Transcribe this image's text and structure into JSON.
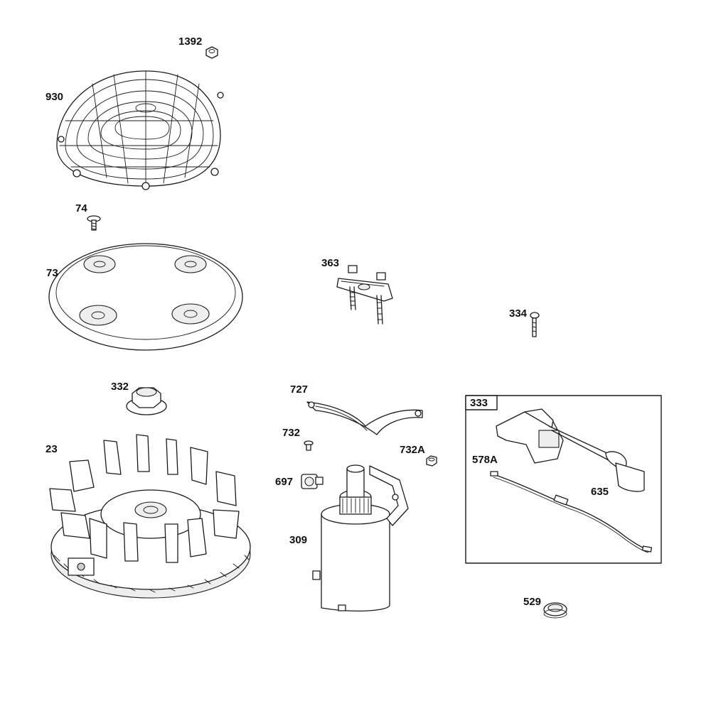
{
  "parts": [
    {
      "id": "p1392",
      "number": "1392"
    },
    {
      "id": "p930",
      "number": "930"
    },
    {
      "id": "p74",
      "number": "74"
    },
    {
      "id": "p73",
      "number": "73"
    },
    {
      "id": "p363",
      "number": "363"
    },
    {
      "id": "p334",
      "number": "334"
    },
    {
      "id": "p332",
      "number": "332"
    },
    {
      "id": "p727",
      "number": "727"
    },
    {
      "id": "p23",
      "number": "23"
    },
    {
      "id": "p732",
      "number": "732"
    },
    {
      "id": "p732A",
      "number": "732A"
    },
    {
      "id": "p697",
      "number": "697"
    },
    {
      "id": "p309",
      "number": "309"
    },
    {
      "id": "p333",
      "number": "333"
    },
    {
      "id": "p578A",
      "number": "578A"
    },
    {
      "id": "p635",
      "number": "635"
    },
    {
      "id": "p529",
      "number": "529"
    }
  ]
}
